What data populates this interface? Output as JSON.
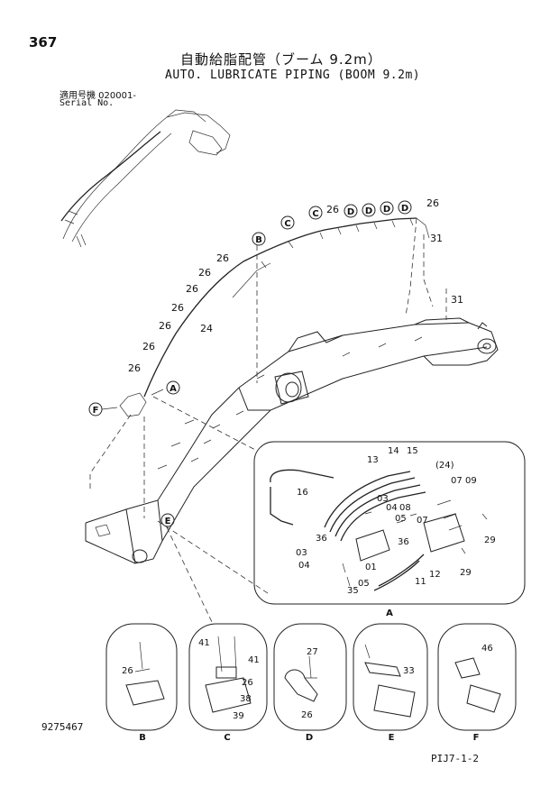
{
  "header": {
    "page_number": "367",
    "title_jp": "自動給脂配管（ブーム 9.2m）",
    "title_en": "AUTO. LUBRICATE PIPING (BOOM 9.2m)",
    "serial_jp": "適用号機 020001-",
    "serial_en": "Serial No."
  },
  "footer": {
    "document_number": "9275467",
    "reference_code": "PIJ7-1-2"
  },
  "main_labels": {
    "l26a": "26",
    "l26b": "26",
    "l26c": "26",
    "l26d": "26",
    "l26e": "26",
    "l26f": "26",
    "l26g": "26",
    "l26h": "26",
    "l24": "24",
    "l31a": "31",
    "l31b": "31",
    "callout_b": "B",
    "callout_c1": "C",
    "callout_c2": "C",
    "callout_d1": "D",
    "callout_d2": "D",
    "callout_d3": "D",
    "callout_d4": "D",
    "callout_a": "A",
    "callout_f": "F",
    "callout_e": "E"
  },
  "detail_a": {
    "caption": "A",
    "labels": {
      "l14": "14",
      "l15": "15",
      "l13": "13",
      "l24p": "(24)",
      "l07a": "07",
      "l09": "09",
      "l16": "16",
      "l03a": "03",
      "l04a": "04",
      "l08": "08",
      "l05a": "05",
      "l07b": "07",
      "l29a": "29",
      "l36a": "36",
      "l36b": "36",
      "l03b": "03",
      "l04b": "04",
      "l01": "01",
      "l11": "11",
      "l12": "12",
      "l29b": "29",
      "l35": "35",
      "l05b": "05"
    }
  },
  "detail_b": {
    "caption": "B",
    "labels": {
      "l26": "26"
    }
  },
  "detail_c": {
    "caption": "C",
    "labels": {
      "l41a": "41",
      "l41b": "41",
      "l26": "26",
      "l38": "38",
      "l39": "39"
    }
  },
  "detail_d": {
    "caption": "D",
    "labels": {
      "l27": "27",
      "l26": "26"
    }
  },
  "detail_e": {
    "caption": "E",
    "labels": {
      "l33": "33"
    }
  },
  "detail_f": {
    "caption": "F",
    "labels": {
      "l46": "46"
    }
  }
}
